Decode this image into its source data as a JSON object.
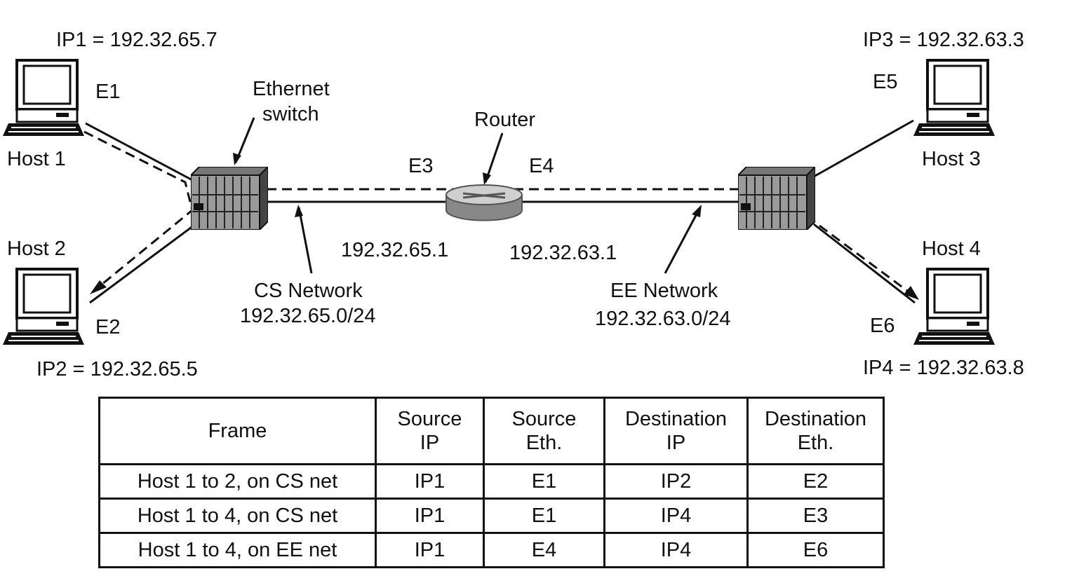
{
  "hosts": {
    "host1": {
      "name": "Host 1",
      "ip_label": "IP1 = 192.32.65.7",
      "eth": "E1"
    },
    "host2": {
      "name": "Host 2",
      "ip_label": "IP2 = 192.32.65.5",
      "eth": "E2"
    },
    "host3": {
      "name": "Host 3",
      "ip_label": "IP3 = 192.32.63.3",
      "eth": "E5"
    },
    "host4": {
      "name": "Host 4",
      "ip_label": "IP4 = 192.32.63.8",
      "eth": "E6"
    }
  },
  "switch_label": [
    "Ethernet",
    "switch"
  ],
  "router": {
    "label": "Router",
    "left_eth": "E3",
    "right_eth": "E4",
    "left_ip": "192.32.65.1",
    "right_ip": "192.32.63.1"
  },
  "networks": {
    "cs": {
      "name": "CS Network",
      "prefix": "192.32.65.0/24"
    },
    "ee": {
      "name": "EE Network",
      "prefix": "192.32.63.0/24"
    }
  },
  "table": {
    "headers": [
      [
        "Frame"
      ],
      [
        "Source",
        "IP"
      ],
      [
        "Source",
        "Eth."
      ],
      [
        "Destination",
        "IP"
      ],
      [
        "Destination",
        "Eth."
      ]
    ],
    "rows": [
      [
        "Host 1 to 2, on CS net",
        "IP1",
        "E1",
        "IP2",
        "E2"
      ],
      [
        "Host 1 to 4, on CS net",
        "IP1",
        "E1",
        "IP4",
        "E3"
      ],
      [
        "Host 1 to 4, on EE net",
        "IP1",
        "E4",
        "IP4",
        "E6"
      ]
    ]
  }
}
